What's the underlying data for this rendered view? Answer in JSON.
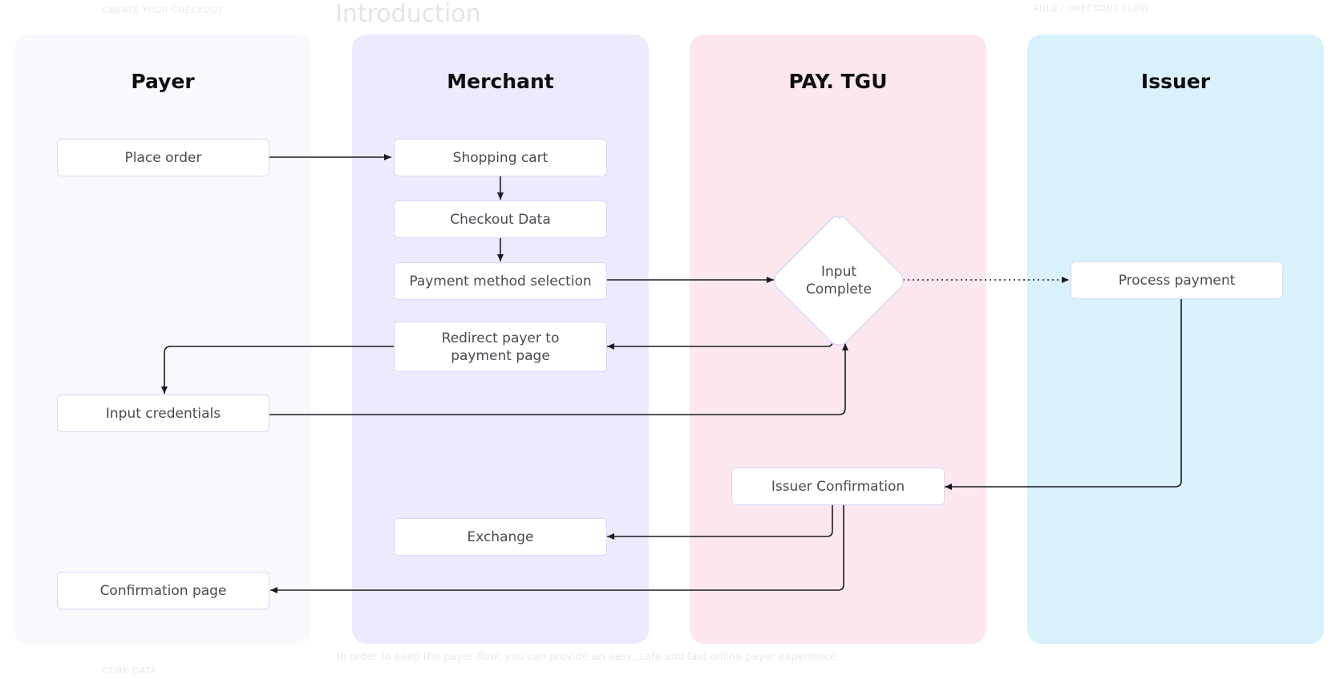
{
  "background_text": {
    "top_left": "CREATE YOUR CHECKOUT",
    "heading": "Introduction",
    "top_right": "RULE / CHECKOUT FLOW",
    "bottom_left": "CORE DATA",
    "bottom_center": "In order to keep the payer flow, you can provide an easy, safe and fast online payer experience"
  },
  "lanes": [
    {
      "title": "Payer",
      "color": "#f8f8fd"
    },
    {
      "title": "Merchant",
      "color": "#ebebfd"
    },
    {
      "title": "PAY. TGU",
      "color": "#fde7ee"
    },
    {
      "title": "Issuer",
      "color": "#d9f1fb"
    }
  ],
  "nodes": {
    "place_order": "Place order",
    "shopping_cart": "Shopping cart",
    "checkout_data": "Checkout Data",
    "payment_method_selection": "Payment method selection",
    "redirect_line1": "Redirect payer to",
    "redirect_line2": "payment page",
    "input_credentials": "Input credentials",
    "input_complete_line1": "Input",
    "input_complete_line2": "Complete",
    "process_payment": "Process payment",
    "issuer_confirmation": "Issuer Confirmation",
    "exchange": "Exchange",
    "confirmation_page": "Confirmation page"
  },
  "colors": {
    "edge": "#1a1a22",
    "node_border": "#d9d6f5",
    "diamond_border": "#dcd8f7"
  }
}
